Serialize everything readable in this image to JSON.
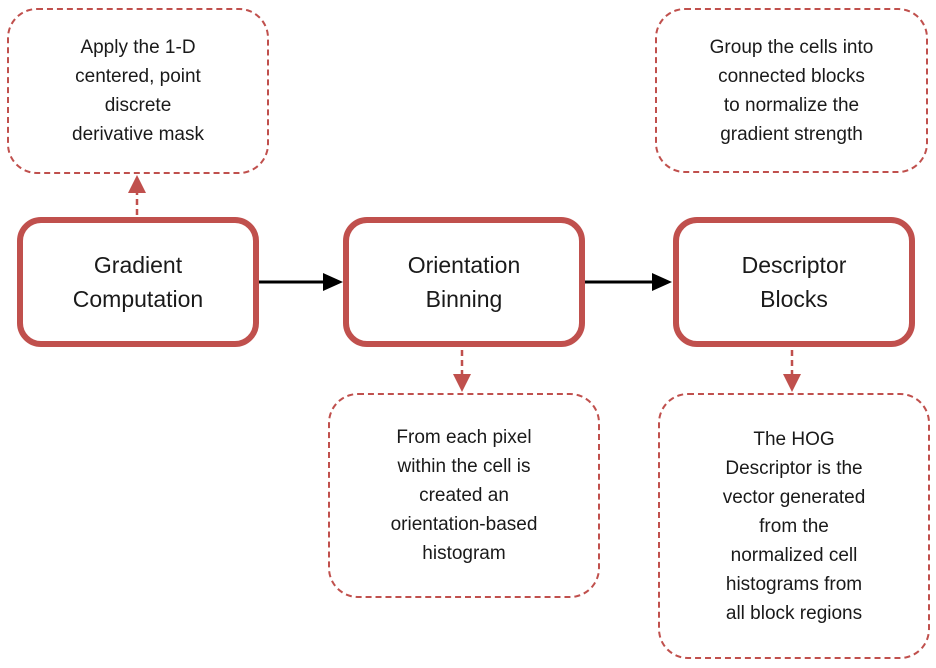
{
  "colors": {
    "accent": "#c0504d",
    "arrow": "#000000",
    "text": "#1a1a1a"
  },
  "process_steps": [
    {
      "id": "gradient",
      "lines": [
        "Gradient",
        "Computation"
      ]
    },
    {
      "id": "orientation",
      "lines": [
        "Orientation",
        "Binning"
      ]
    },
    {
      "id": "descriptor",
      "lines": [
        "Descriptor",
        "Blocks"
      ]
    }
  ],
  "notes": {
    "gradient": [
      "Apply the 1-D",
      "centered, point",
      "discrete",
      "derivative mask"
    ],
    "orientation": [
      "From each pixel",
      "within the cell is",
      "created an",
      "orientation-based",
      "histogram"
    ],
    "blocks_group": [
      "Group the cells into",
      "connected blocks",
      "to normalize the",
      "gradient strength"
    ],
    "descriptor": [
      "The HOG",
      "Descriptor is the",
      "vector generated",
      "from the",
      "normalized cell",
      "histograms from",
      "all block regions"
    ]
  }
}
